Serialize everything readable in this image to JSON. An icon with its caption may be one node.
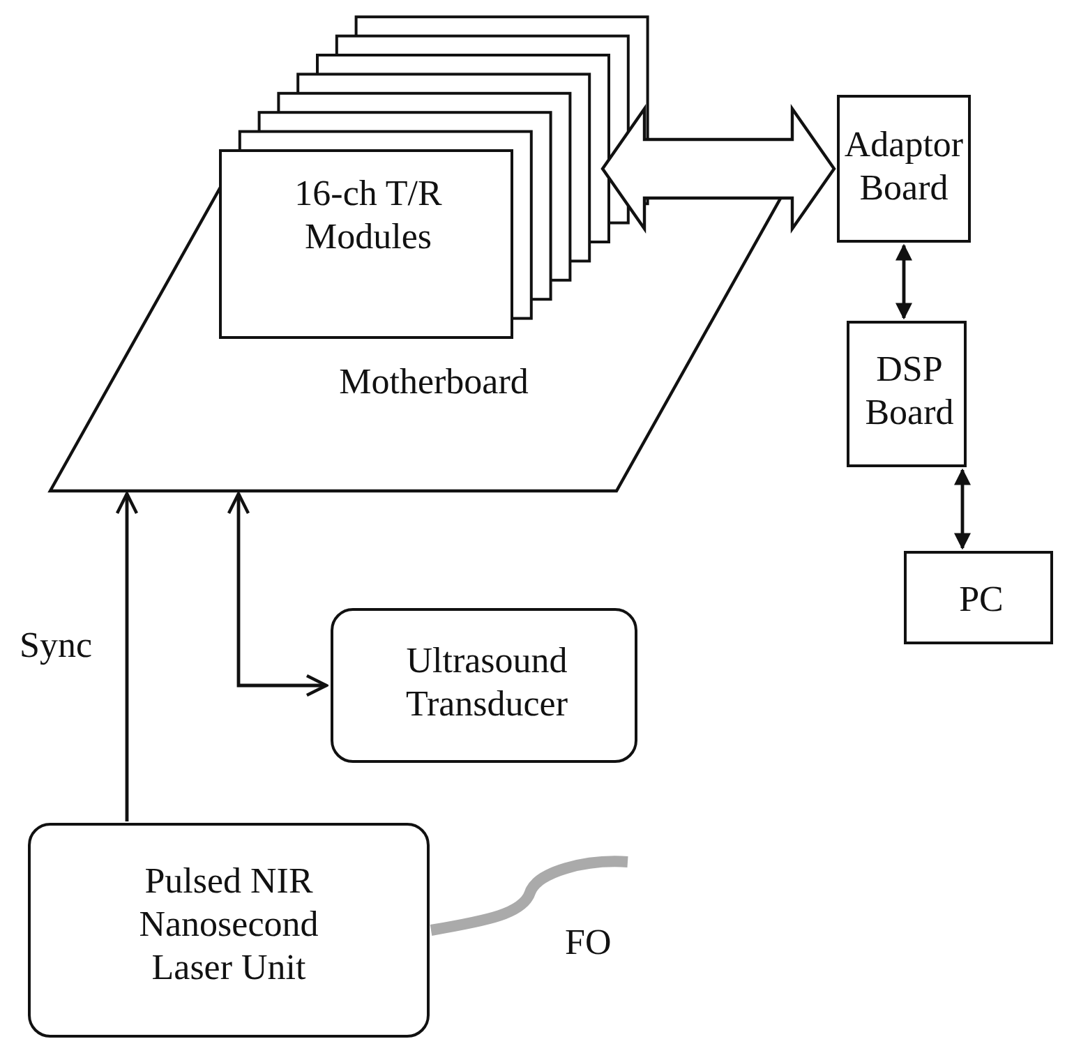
{
  "diagram": {
    "nodes": [
      {
        "text": [
          "Motherboard"
        ]
      },
      {
        "text": [
          "16-ch T/R Modules"
        ]
      },
      {
        "text": [
          "Adaptor Board"
        ]
      },
      {
        "text": [
          "DSP Board"
        ]
      },
      {
        "text": [
          "PC"
        ]
      },
      {
        "text": [
          "Ultrasound Transducer"
        ]
      },
      {
        "text": [
          "Pulsed NIR Nanosecond Laser Unit"
        ]
      }
    ],
    "edges": [
      {
        "from": 1,
        "to": 2,
        "arrow": "both",
        "style": "thick"
      },
      {
        "from": 2,
        "to": 3,
        "arrow": "both"
      },
      {
        "from": 3,
        "to": 4,
        "arrow": "both"
      },
      {
        "from": 6,
        "to": 0,
        "arrow": "to",
        "label": "Sync"
      },
      {
        "from": 0,
        "to": 5,
        "arrow": "both"
      },
      {
        "from": 6,
        "to": null,
        "arrow": "none",
        "style": "thick",
        "color": "#aaaaaa"
      }
    ],
    "labels": [
      "FO"
    ]
  }
}
